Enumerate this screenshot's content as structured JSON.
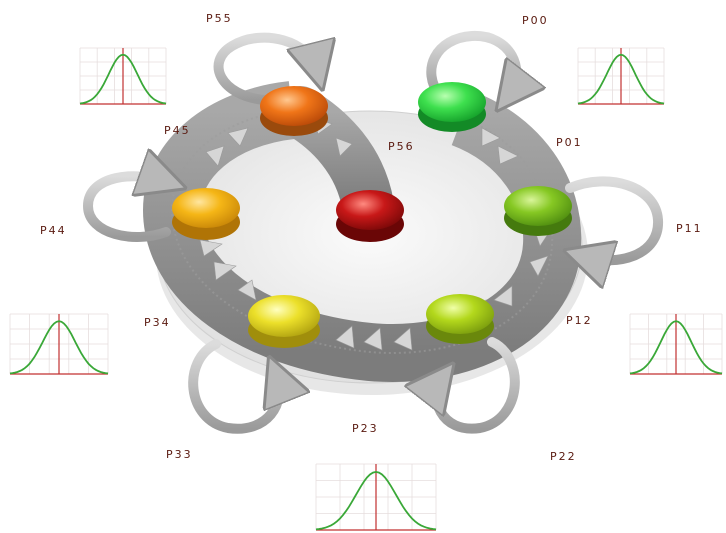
{
  "diagram": {
    "state_labels": {
      "p00": "P00",
      "p01": "P01",
      "p11": "P11",
      "p12": "P12",
      "p22": "P22",
      "p23": "P23",
      "p33": "P33",
      "p34": "P34",
      "p44": "P44",
      "p45": "P45",
      "p55": "P55",
      "p56": "P56"
    },
    "states": [
      {
        "id": "state-0",
        "color": "#2fd84a"
      },
      {
        "id": "state-1",
        "color": "#7cc41c"
      },
      {
        "id": "state-2",
        "color": "#a8d41a"
      },
      {
        "id": "state-3",
        "color": "#e8da1a"
      },
      {
        "id": "state-4",
        "color": "#f3b412"
      },
      {
        "id": "state-5",
        "color": "#f07018"
      },
      {
        "id": "final-state",
        "color": "#c01414"
      }
    ],
    "colors": {
      "track": "#8f8f8f",
      "platform": "#e8e8e8",
      "curve": "#3aa838",
      "axis_marker": "#c23030",
      "label": "#5a1a10"
    }
  }
}
